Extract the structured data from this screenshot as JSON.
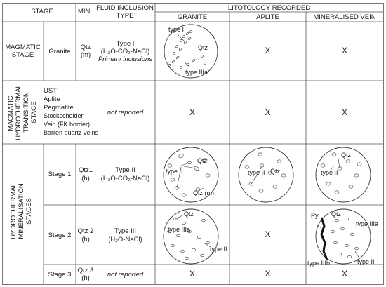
{
  "header": {
    "stage": "STAGE",
    "min": "MIN.",
    "fluid_inclusion_type_1": "FLUID INCLUSION",
    "fluid_inclusion_type_2": "TYPE",
    "litology_recorded": "LITOTOLOGY RECORDED",
    "granite": "GRANITE",
    "aplite": "APLITE",
    "mineralised_vein": "MINERALISED VEIN"
  },
  "rows": {
    "magmatic": {
      "stage_1": "MAGMATIC",
      "stage_2": "STAGE",
      "rock": "Granite",
      "min_1": "Qtz",
      "min_2": "(m)",
      "type_1": "Type I",
      "type_2": "(H₂O-CO₂-NaCl)",
      "type_3": "Primary inclusions",
      "granite_labels": [
        "type I",
        "Qtz",
        "type IIIa"
      ],
      "aplite": "X",
      "vein": "X"
    },
    "transition": {
      "stage_1": "MAGMATIC-",
      "stage_2": "HYDROTHERMAL",
      "stage_3": "TRANSITION",
      "stage_4": "STAGE",
      "rocks": [
        "UST",
        "Aplite",
        "Pegmatite",
        "Stockscheider",
        "Vein (FK border)",
        "Barren quartz veins"
      ],
      "type": "not reported",
      "granite": "X",
      "aplite": "X",
      "vein": "X"
    },
    "hydrothermal": {
      "stage_1": "HYDROTHERMAL",
      "stage_2": "MINERALISATION",
      "stage_3": "STAGES"
    },
    "stage1": {
      "label": "Stage 1",
      "min_1": "Qtz1",
      "min_2": "(h)",
      "type_1": "Type II",
      "type_2": "(H₂O-CO₂-NaCl)",
      "granite_labels": [
        "Qtz",
        "type II",
        "Qtz (m)"
      ],
      "aplite_labels": [
        "Qtz",
        "type II"
      ],
      "vein_labels": [
        "Qtz",
        "type II"
      ]
    },
    "stage2": {
      "label": "Stage 2",
      "min_1": "Qtz 2",
      "min_2": "(h)",
      "type_1": "Type III",
      "type_2": "(H₂O-NaCl)",
      "granite_labels": [
        "Qtz",
        "type IIIa",
        "type II"
      ],
      "aplite": "X",
      "vein_labels": [
        "Py",
        "Qtz",
        "type IIIa",
        "type IIIb",
        "type II"
      ]
    },
    "stage3": {
      "label": "Stage 3",
      "min_1": "Qtz 3",
      "min_2": "(h)",
      "type": "not reported",
      "granite": "X",
      "aplite": "X",
      "vein": "X"
    }
  }
}
